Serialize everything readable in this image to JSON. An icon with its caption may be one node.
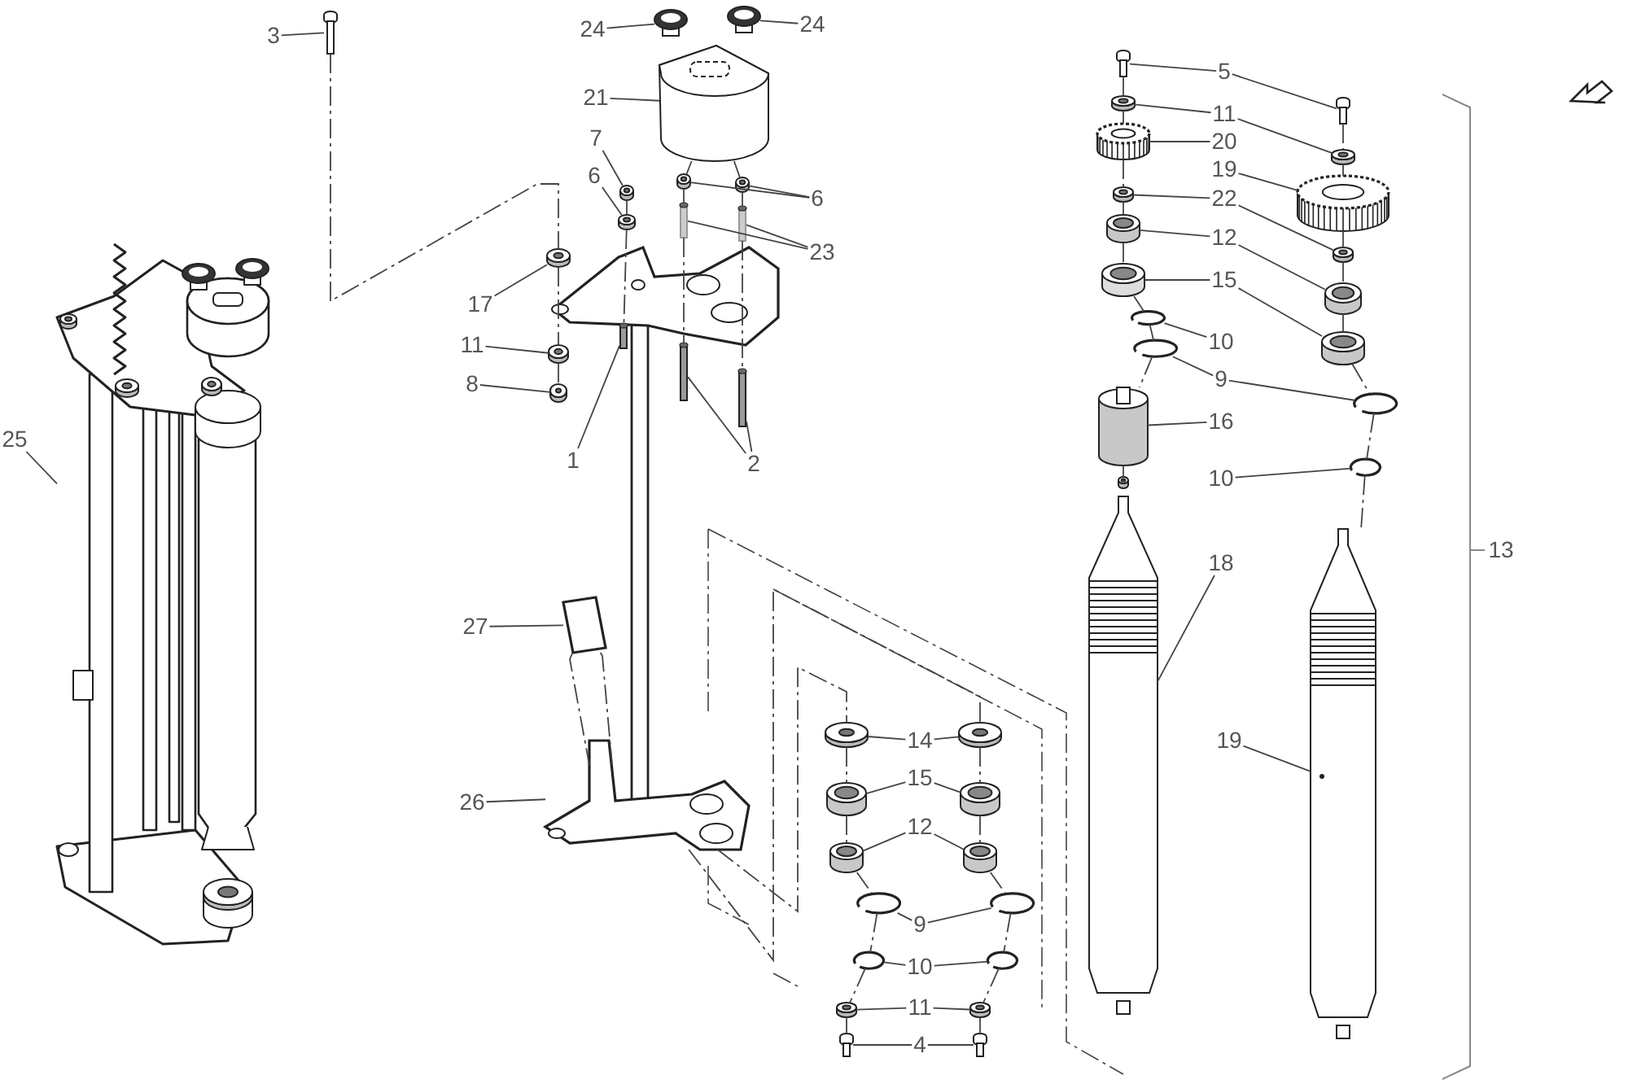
{
  "diagram": {
    "nodes": [
      {
        "text": [
          "3"
        ]
      },
      {
        "text": [
          "24"
        ]
      },
      {
        "text": [
          "24"
        ]
      },
      {
        "text": [
          "21"
        ]
      },
      {
        "text": [
          "7"
        ]
      },
      {
        "text": [
          "6"
        ]
      },
      {
        "text": [
          "6"
        ]
      },
      {
        "text": [
          "23"
        ]
      },
      {
        "text": [
          "17"
        ]
      },
      {
        "text": [
          "11"
        ]
      },
      {
        "text": [
          "8"
        ]
      },
      {
        "text": [
          "1"
        ]
      },
      {
        "text": [
          "2"
        ]
      },
      {
        "text": [
          "25"
        ]
      },
      {
        "text": [
          "27"
        ]
      },
      {
        "text": [
          "26"
        ]
      },
      {
        "text": [
          "5"
        ]
      },
      {
        "text": [
          "11"
        ]
      },
      {
        "text": [
          "20"
        ]
      },
      {
        "text": [
          "19"
        ]
      },
      {
        "text": [
          "22"
        ]
      },
      {
        "text": [
          "12"
        ]
      },
      {
        "text": [
          "15"
        ]
      },
      {
        "text": [
          "10"
        ]
      },
      {
        "text": [
          "9"
        ]
      },
      {
        "text": [
          "16"
        ]
      },
      {
        "text": [
          "10"
        ]
      },
      {
        "text": [
          "18"
        ]
      },
      {
        "text": [
          "19"
        ]
      },
      {
        "text": [
          "14"
        ]
      },
      {
        "text": [
          "15"
        ]
      },
      {
        "text": [
          "12"
        ]
      },
      {
        "text": [
          "9"
        ]
      },
      {
        "text": [
          "10"
        ]
      },
      {
        "text": [
          "11"
        ]
      },
      {
        "text": [
          "4"
        ]
      },
      {
        "text": [],
        "shape": "picture"
      },
      {
        "text": [],
        "shape": "picture"
      },
      {
        "text": [],
        "shape": "picture"
      },
      {
        "text": [],
        "shape": "picture"
      },
      {
        "text": [],
        "shape": "picture"
      },
      {
        "text": [],
        "shape": "picture"
      },
      {
        "text": [],
        "shape": "picture"
      },
      {
        "text": [],
        "shape": "picture"
      },
      {
        "text": [],
        "shape": "picture"
      },
      {
        "text": [],
        "shape": "picture"
      },
      {
        "text": [],
        "shape": "picture"
      },
      {
        "text": [],
        "shape": "picture"
      },
      {
        "text": [],
        "shape": "picture"
      },
      {
        "text": [],
        "shape": "bar"
      },
      {
        "text": [],
        "shape": "bar"
      },
      {
        "text": [],
        "shape": "bar"
      },
      {
        "text": [],
        "shape": "picture"
      },
      {
        "text": [],
        "shape": "picture"
      },
      {
        "text": [],
        "shape": "picture"
      },
      {
        "text": [],
        "shape": "picture"
      },
      {
        "text": [],
        "shape": "picture"
      },
      {
        "text": [],
        "shape": "picture"
      },
      {
        "text": [],
        "shape": "picture"
      },
      {
        "text": [],
        "shape": "picture"
      },
      {
        "text": [],
        "shape": "picture"
      },
      {
        "text": [],
        "shape": "picture"
      },
      {
        "text": [],
        "shape": "picture"
      },
      {
        "text": [],
        "shape": "cylinder"
      },
      {
        "text": [],
        "shape": "cylinder"
      },
      {
        "text": [],
        "shape": "picture"
      },
      {
        "text": [],
        "shape": "cylinder"
      },
      {
        "text": [],
        "shape": "picture"
      },
      {
        "text": [],
        "shape": "picture"
      },
      {
        "text": [],
        "shape": "picture"
      },
      {
        "text": [],
        "shape": "cylinder"
      },
      {
        "text": [],
        "shape": "picture"
      },
      {
        "text": [],
        "shape": "picture"
      },
      {
        "text": [],
        "shape": "picture"
      },
      {
        "text": [],
        "shape": "picture"
      },
      {
        "text": [],
        "shape": "picture"
      },
      {
        "text": [],
        "shape": "cylinder"
      },
      {
        "text": [],
        "shape": "cylinder"
      },
      {
        "text": [],
        "shape": "cylinder"
      },
      {
        "text": [],
        "shape": "cylinder"
      },
      {
        "text": [],
        "shape": "picture"
      },
      {
        "text": [],
        "shape": "picture"
      },
      {
        "text": [],
        "shape": "picture"
      },
      {
        "text": [],
        "shape": "picture"
      },
      {
        "text": [],
        "shape": "picture"
      },
      {
        "text": [],
        "shape": "picture"
      },
      {
        "text": [],
        "shape": "picture"
      },
      {
        "text": [],
        "shape": "picture"
      }
    ],
    "edges": [
      {
        "from": 0,
        "to": 36,
        "arrow": "none"
      },
      {
        "from": 1,
        "to": 37,
        "arrow": "none"
      },
      {
        "from": 2,
        "to": 38,
        "arrow": "none"
      },
      {
        "from": 3,
        "to": 39,
        "arrow": "none"
      },
      {
        "from": 4,
        "to": 40,
        "arrow": "none"
      },
      {
        "from": 5,
        "to": 41,
        "arrow": "none"
      },
      {
        "from": 6,
        "to": 42,
        "arrow": "none"
      },
      {
        "from": 6,
        "to": 43,
        "arrow": "none"
      },
      {
        "from": 7,
        "to": 44,
        "arrow": "none"
      },
      {
        "from": 7,
        "to": 45,
        "arrow": "none"
      },
      {
        "from": 8,
        "to": 46,
        "arrow": "none"
      },
      {
        "from": 9,
        "to": 47,
        "arrow": "none"
      },
      {
        "from": 10,
        "to": 48,
        "arrow": "none"
      },
      {
        "from": 11,
        "to": 49,
        "arrow": "none"
      },
      {
        "from": 12,
        "to": 50,
        "arrow": "none"
      },
      {
        "from": 12,
        "to": 51,
        "arrow": "none"
      },
      {
        "from": 13,
        "to": 52,
        "arrow": "none"
      },
      {
        "from": 14,
        "to": 53,
        "arrow": "none"
      },
      {
        "from": 15,
        "to": 54,
        "arrow": "none"
      },
      {
        "from": 16,
        "to": 55,
        "arrow": "none"
      },
      {
        "from": 16,
        "to": 56,
        "arrow": "none"
      },
      {
        "from": 17,
        "to": 57,
        "arrow": "none"
      },
      {
        "from": 17,
        "to": 58,
        "arrow": "none"
      },
      {
        "from": 18,
        "to": 59,
        "arrow": "none"
      },
      {
        "from": 19,
        "to": 60,
        "arrow": "none"
      },
      {
        "from": 20,
        "to": 61,
        "arrow": "none"
      },
      {
        "from": 20,
        "to": 62,
        "arrow": "none"
      },
      {
        "from": 21,
        "to": 63,
        "arrow": "none"
      },
      {
        "from": 21,
        "to": 64,
        "arrow": "none"
      },
      {
        "from": 22,
        "to": 65,
        "arrow": "none"
      },
      {
        "from": 22,
        "to": 66,
        "arrow": "none"
      },
      {
        "from": 23,
        "to": 67,
        "arrow": "none"
      },
      {
        "from": 24,
        "to": 68,
        "arrow": "none"
      },
      {
        "from": 24,
        "to": 69,
        "arrow": "none"
      },
      {
        "from": 25,
        "to": 70,
        "arrow": "none"
      },
      {
        "from": 26,
        "to": 71,
        "arrow": "none"
      },
      {
        "from": 27,
        "to": 72,
        "arrow": "none"
      },
      {
        "from": 28,
        "to": 73,
        "arrow": "none"
      },
      {
        "from": 29,
        "to": 74,
        "arrow": "none"
      },
      {
        "from": 29,
        "to": 75,
        "arrow": "none"
      },
      {
        "from": 30,
        "to": 76,
        "arrow": "none"
      },
      {
        "from": 30,
        "to": 77,
        "arrow": "none"
      },
      {
        "from": 31,
        "to": 78,
        "arrow": "none"
      },
      {
        "from": 31,
        "to": 79,
        "arrow": "none"
      },
      {
        "from": 32,
        "to": 80,
        "arrow": "none"
      },
      {
        "from": 32,
        "to": 81,
        "arrow": "none"
      },
      {
        "from": 33,
        "to": 82,
        "arrow": "none"
      },
      {
        "from": 33,
        "to": 83,
        "arrow": "none"
      },
      {
        "from": 34,
        "to": 84,
        "arrow": "none"
      },
      {
        "from": 34,
        "to": 85,
        "arrow": "none"
      },
      {
        "from": 35,
        "to": 86,
        "arrow": "none"
      },
      {
        "from": 35,
        "to": 87,
        "arrow": "none"
      },
      {
        "from": 36,
        "to": 46,
        "arrow": "none",
        "style": "dashed"
      },
      {
        "from": 46,
        "to": 47,
        "arrow": "none",
        "style": "dashed"
      },
      {
        "from": 47,
        "to": 48,
        "arrow": "none",
        "style": "dashed"
      },
      {
        "from": 40,
        "to": 41,
        "arrow": "none",
        "style": "dashed"
      },
      {
        "from": 41,
        "to": 49,
        "arrow": "none",
        "style": "dashed"
      },
      {
        "from": 39,
        "to": 42,
        "arrow": "none",
        "style": "dashed"
      },
      {
        "from": 42,
        "to": 44,
        "arrow": "none",
        "style": "dashed"
      },
      {
        "from": 44,
        "to": 50,
        "arrow": "none",
        "style": "dashed"
      },
      {
        "from": 39,
        "to": 43,
        "arrow": "none",
        "style": "dashed"
      },
      {
        "from": 43,
        "to": 45,
        "arrow": "none",
        "style": "dashed"
      },
      {
        "from": 45,
        "to": 51,
        "arrow": "none",
        "style": "dashed"
      },
      {
        "from": 53,
        "to": 54,
        "arrow": "none",
        "style": "dashed"
      },
      {
        "from": 53,
        "to": 54,
        "arrow": "none",
        "style": "dashed"
      },
      {
        "from": 55,
        "to": 57,
        "arrow": "none",
        "style": "dashed"
      },
      {
        "from": 57,
        "to": 59,
        "arrow": "none",
        "style": "dashed"
      },
      {
        "from": 59,
        "to": 61,
        "arrow": "none",
        "style": "dashed"
      },
      {
        "from": 61,
        "to": 63,
        "arrow": "none",
        "style": "dashed"
      },
      {
        "from": 63,
        "to": 65,
        "arrow": "none",
        "style": "dashed"
      },
      {
        "from": 65,
        "to": 67,
        "arrow": "none",
        "style": "dashed"
      },
      {
        "from": 67,
        "to": 68,
        "arrow": "none",
        "style": "dashed"
      },
      {
        "from": 68,
        "to": 70,
        "arrow": "none",
        "style": "dashed"
      },
      {
        "from": 70,
        "to": 72,
        "arrow": "none",
        "style": "dashed"
      },
      {
        "from": 56,
        "to": 58,
        "arrow": "none",
        "style": "dashed"
      },
      {
        "from": 58,
        "to": 60,
        "arrow": "none",
        "style": "dashed"
      },
      {
        "from": 60,
        "to": 62,
        "arrow": "none",
        "style": "dashed"
      },
      {
        "from": 62,
        "to": 64,
        "arrow": "none",
        "style": "dashed"
      },
      {
        "from": 64,
        "to": 66,
        "arrow": "none",
        "style": "dashed"
      },
      {
        "from": 66,
        "to": 69,
        "arrow": "none",
        "style": "dashed"
      },
      {
        "from": 69,
        "to": 71,
        "arrow": "none",
        "style": "dashed"
      },
      {
        "from": 71,
        "to": 73,
        "arrow": "none",
        "style": "dashed"
      },
      {
        "from": 74,
        "to": 76,
        "arrow": "none",
        "style": "dashed"
      },
      {
        "from": 76,
        "to": 78,
        "arrow": "none",
        "style": "dashed"
      },
      {
        "from": 78,
        "to": 80,
        "arrow": "none",
        "style": "dashed"
      },
      {
        "from": 80,
        "to": 82,
        "arrow": "none",
        "style": "dashed"
      },
      {
        "from": 82,
        "to": 84,
        "arrow": "none",
        "style": "dashed"
      },
      {
        "from": 84,
        "to": 86,
        "arrow": "none",
        "style": "dashed"
      },
      {
        "from": 75,
        "to": 77,
        "arrow": "none",
        "style": "dashed"
      },
      {
        "from": 77,
        "to": 79,
        "arrow": "none",
        "style": "dashed"
      },
      {
        "from": 79,
        "to": 81,
        "arrow": "none",
        "style": "dashed"
      },
      {
        "from": 81,
        "to": 83,
        "arrow": "none",
        "style": "dashed"
      },
      {
        "from": 83,
        "to": 85,
        "arrow": "none",
        "style": "dashed"
      },
      {
        "from": 85,
        "to": 87,
        "arrow": "none",
        "style": "dashed"
      },
      {
        "from": 54,
        "to": 74,
        "arrow": "none",
        "style": "dashed"
      },
      {
        "from": 54,
        "to": 75,
        "arrow": "none",
        "style": "dashed"
      }
    ],
    "labels": [
      "13"
    ]
  }
}
